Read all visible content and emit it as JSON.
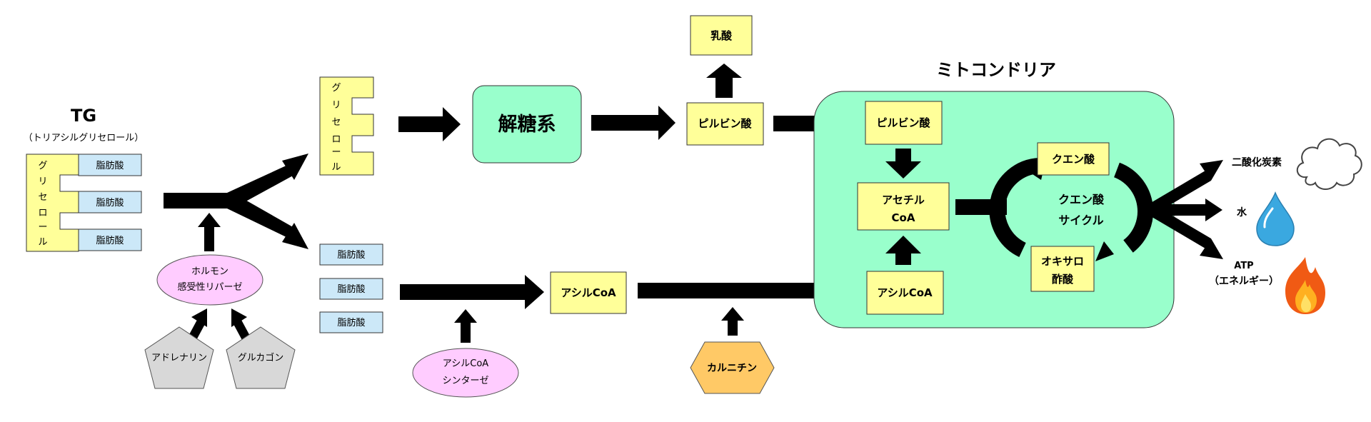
{
  "tg": {
    "title": "TG",
    "subtitle": "（トリアシルグリセロール）",
    "glycerol_chars": [
      "グ",
      "リ",
      "セ",
      "ロ",
      "ー",
      "ル"
    ],
    "fatty_acids": [
      "脂肪酸",
      "脂肪酸",
      "脂肪酸"
    ]
  },
  "hormones": {
    "lipase": [
      "ホルモン",
      "感受性リパーゼ"
    ],
    "adrenaline": "アドレナリン",
    "glucagon": "グルカゴン"
  },
  "split": {
    "glycerol_chars": [
      "グ",
      "リ",
      "セ",
      "ロ",
      "ー",
      "ル"
    ],
    "fatty_acids": [
      "脂肪酸",
      "脂肪酸",
      "脂肪酸"
    ]
  },
  "glycolysis": "解糖系",
  "lactic_acid": "乳酸",
  "pyruvate_out": "ピルビン酸",
  "acyl_coa_out": "アシルCoA",
  "acyl_coa_synthetase": [
    "アシルCoA",
    "シンターゼ"
  ],
  "carnitine": "カルニチン",
  "mitochondria": {
    "title": "ミトコンドリア",
    "pyruvate": "ピルビン酸",
    "acetyl_coa": [
      "アセチル",
      "CoA"
    ],
    "acyl_coa": "アシルCoA",
    "citrate": "クエン酸",
    "cycle": [
      "クエン酸",
      "サイクル"
    ],
    "oxaloacetate": [
      "オキサロ",
      "酢酸"
    ]
  },
  "outputs": {
    "co2": "二酸化炭素",
    "water": "水",
    "atp": [
      "ATP",
      "（エネルギー）"
    ]
  },
  "colors": {
    "yellow": "#ffff99",
    "blue": "#cce8f8",
    "pink": "#ffccff",
    "gray": "#d8d8d8",
    "mint": "#99ffcc",
    "orange": "#ffc966"
  }
}
